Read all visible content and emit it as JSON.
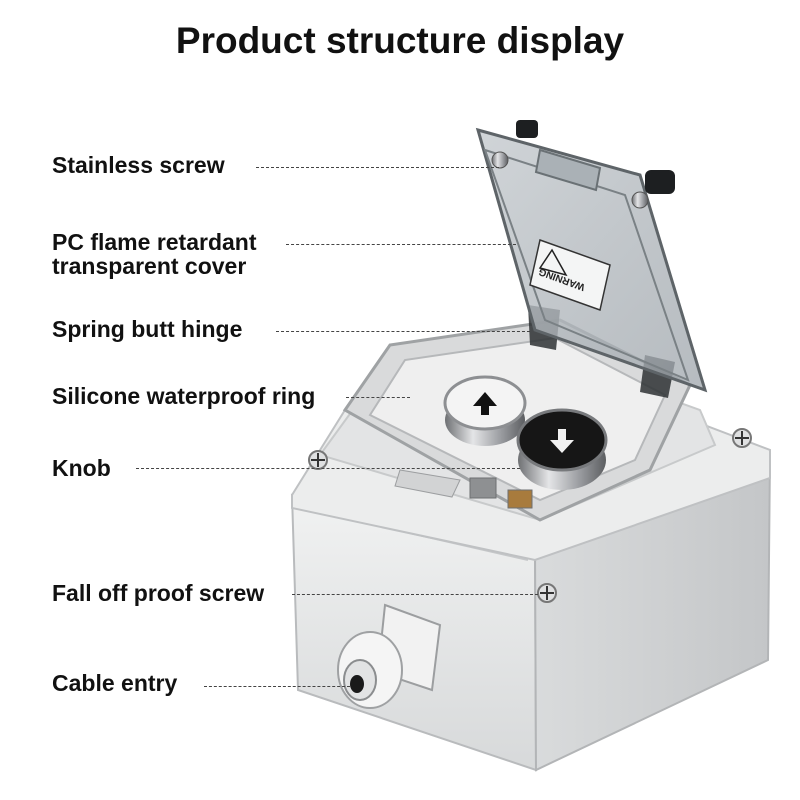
{
  "title": "Product structure display",
  "labels": {
    "stainless_screw": "Stainless screw",
    "pc_cover_line1": "PC flame retardant",
    "pc_cover_line2": "transparent cover",
    "spring_hinge": "Spring butt hinge",
    "silicone_ring": "Silicone waterproof ring",
    "knob": "Knob",
    "fall_off_screw": "Fall off proof screw",
    "cable_entry": "Cable entry"
  },
  "cover_warning": "WARNING",
  "colors": {
    "housing": "#e9eaea",
    "housing_shadow": "#c9cbcc",
    "cover": "#b8bec3",
    "button_white": "#f4f4f4",
    "button_black": "#161616",
    "chrome": "#a9aaad"
  }
}
